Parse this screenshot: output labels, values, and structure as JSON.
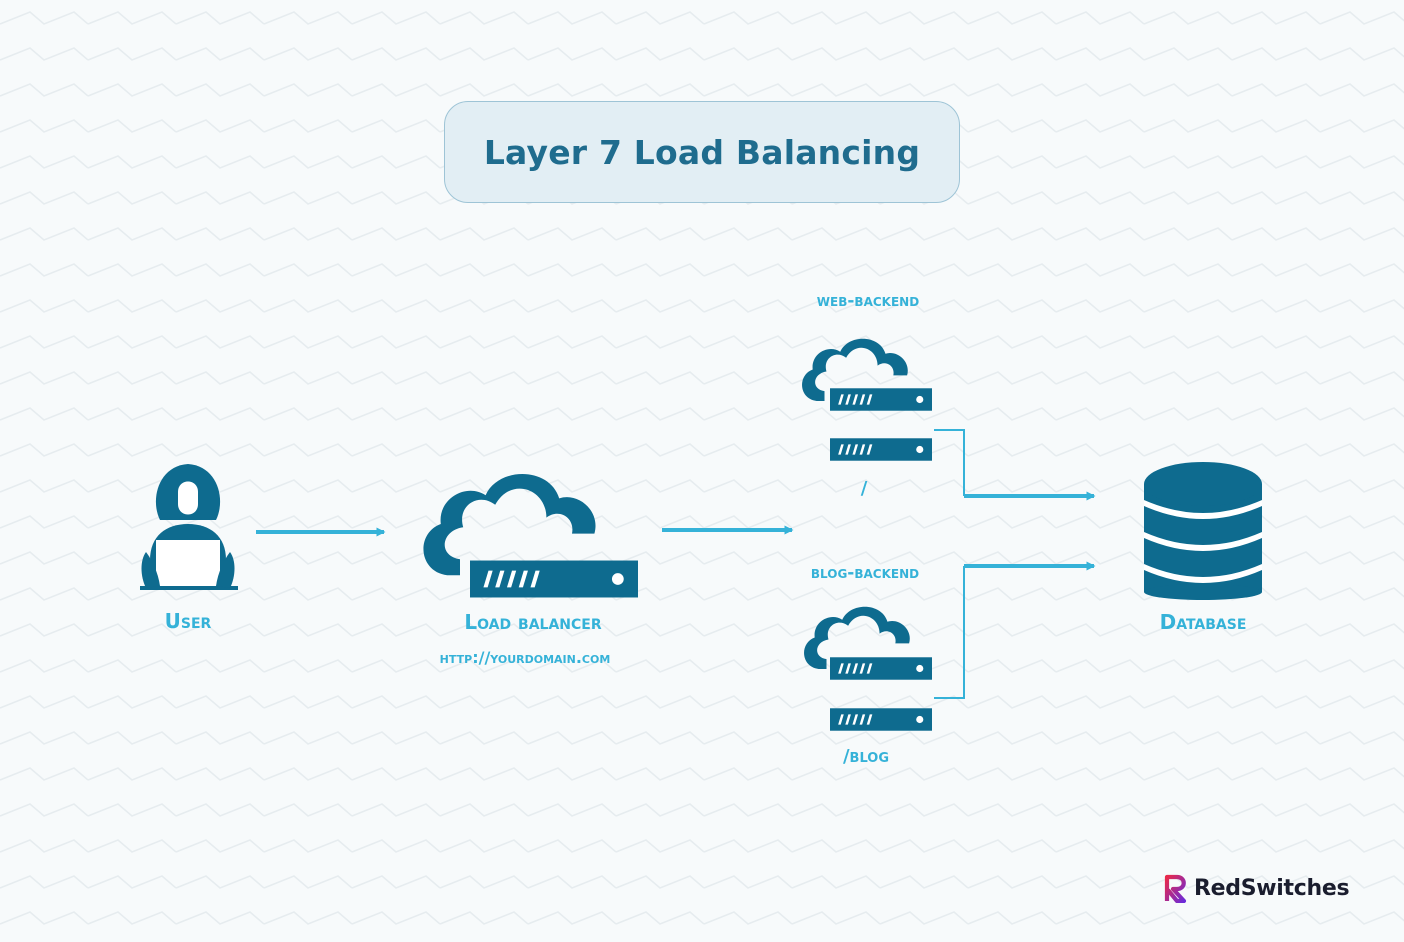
{
  "title": "Layer 7 Load Balancing",
  "nodes": {
    "user": "User",
    "load_balancer": "Load balancer",
    "load_balancer_url": "http://yourdomain.com",
    "web_backend": "web-backend",
    "web_backend_path": "/",
    "blog_backend": "blog-backend",
    "blog_backend_path": "/blog",
    "database": "Database"
  },
  "brand": {
    "name": "RedSwitches"
  },
  "colors": {
    "icon": "#0e6b8f",
    "arrow": "#35b2d8",
    "label": "#35b2d8",
    "title": "#1f6c8e",
    "title_box_bg": "#e2eef4",
    "title_box_border": "#9ec4d6",
    "brand_red": "#e8294b",
    "brand_purple": "#6b2bd9"
  }
}
